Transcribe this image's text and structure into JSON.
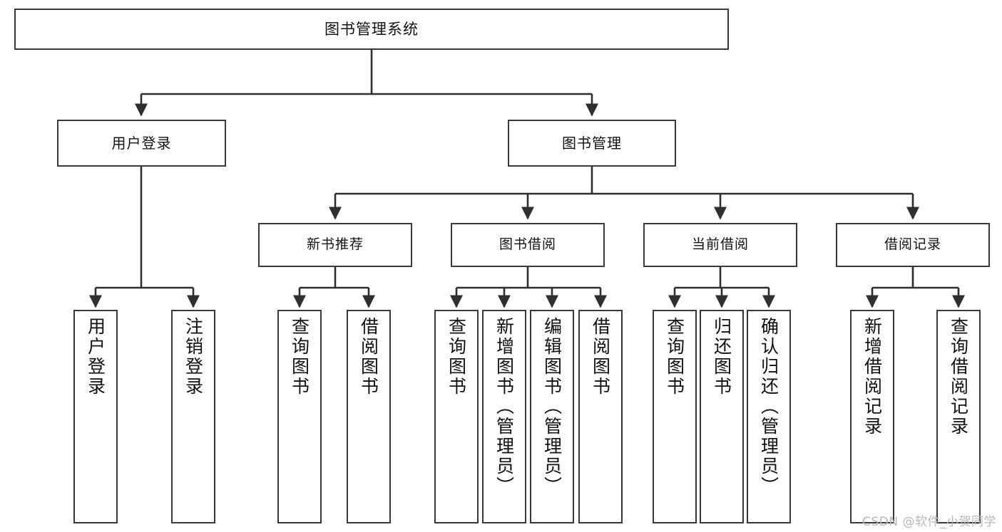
{
  "diagram": {
    "type": "tree",
    "title": "图书管理系统",
    "watermark": "CSDN @软件_小贺同学",
    "colors": {
      "box_border": "#3a3a3a",
      "box_fill": "#ffffff",
      "connector": "#2f2f2f",
      "text": "#111111",
      "watermark": "#b9b9b9",
      "background": "#ffffff"
    },
    "root": {
      "label": "图书管理系统"
    },
    "level2": [
      {
        "label": "用户登录"
      },
      {
        "label": "图书管理"
      }
    ],
    "level3": [
      {
        "label": "新书推荐"
      },
      {
        "label": "图书借阅"
      },
      {
        "label": "当前借阅"
      },
      {
        "label": "借阅记录"
      }
    ],
    "leaves": {
      "user_login": [
        {
          "label": "用户登录"
        },
        {
          "label": "注销登录"
        }
      ],
      "new_book": [
        {
          "label": "查询图书"
        },
        {
          "label": "借阅图书"
        }
      ],
      "book_borrow": [
        {
          "label": "查询图书"
        },
        {
          "label": "新增图书（管理员）"
        },
        {
          "label": "编辑图书（管理员）"
        },
        {
          "label": "借阅图书"
        }
      ],
      "current_borrow": [
        {
          "label": "查询图书"
        },
        {
          "label": "归还图书"
        },
        {
          "label": "确认归还（管理员）"
        }
      ],
      "borrow_record": [
        {
          "label": "新增借阅记录"
        },
        {
          "label": "查询借阅记录"
        }
      ]
    }
  }
}
